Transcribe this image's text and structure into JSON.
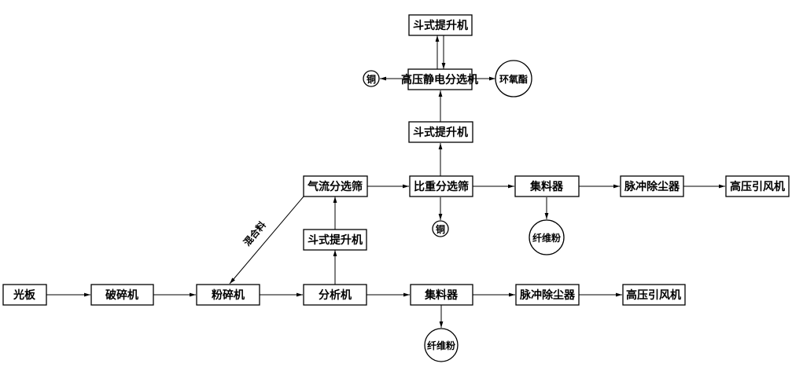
{
  "nodes": {
    "guangban": "光板",
    "posuiji": "破碎机",
    "fensuiji": "粉碎机",
    "fenxiji": "分析机",
    "jiliaoqi_low": "集料器",
    "maichong_low": "脉冲除尘器",
    "yinfeng_low": "高压引风机",
    "xianweifen_low": "纤维粉",
    "tisheng_mid": "斗式提升机",
    "qiliu": "气流分选筛",
    "bizhong": "比重分选筛",
    "tong_mid": "铜",
    "jiliaoqi_up": "集料器",
    "xianweifen_up": "纤维粉",
    "maichong_up": "脉冲除尘器",
    "yinfeng_up": "高压引风机",
    "tisheng_upper": "斗式提升机",
    "jingdian": "高压静电分选机",
    "tong_top": "铜",
    "huanyangzhi": "环氧酯",
    "tisheng_top": "斗式提升机"
  },
  "edge_labels": {
    "mixed": "混合料"
  }
}
